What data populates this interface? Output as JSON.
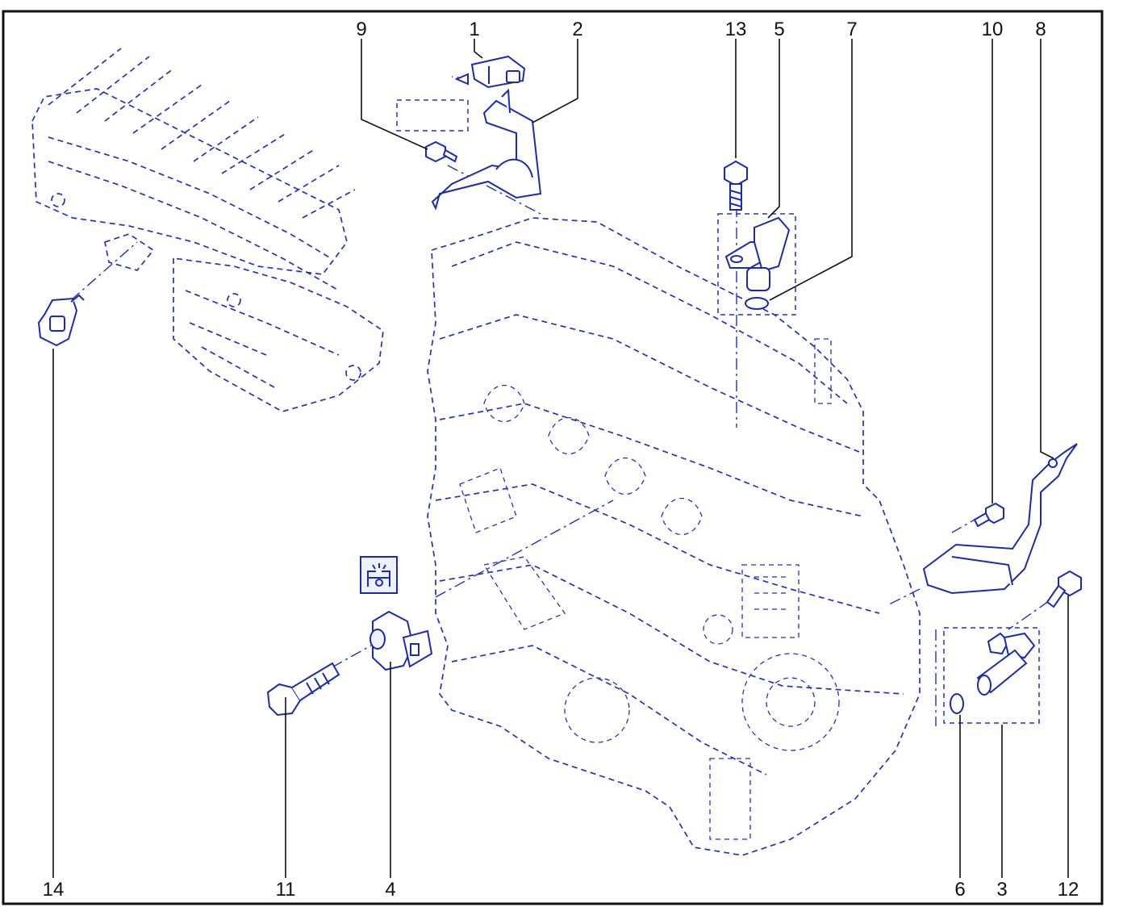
{
  "diagram": {
    "callouts": [
      {
        "id": "1",
        "text": "1"
      },
      {
        "id": "2",
        "text": "2"
      },
      {
        "id": "3",
        "text": "3"
      },
      {
        "id": "4",
        "text": "4"
      },
      {
        "id": "5",
        "text": "5"
      },
      {
        "id": "6",
        "text": "6"
      },
      {
        "id": "7",
        "text": "7"
      },
      {
        "id": "8",
        "text": "8"
      },
      {
        "id": "9",
        "text": "9"
      },
      {
        "id": "10",
        "text": "10"
      },
      {
        "id": "11",
        "text": "11"
      },
      {
        "id": "12",
        "text": "12"
      },
      {
        "id": "13",
        "text": "13"
      },
      {
        "id": "14",
        "text": "14"
      }
    ],
    "symbol_icon": "torque-tool-icon",
    "colors": {
      "line_art": "#1b2bb0",
      "callout_text": "#111111",
      "frame": "#111111"
    }
  }
}
